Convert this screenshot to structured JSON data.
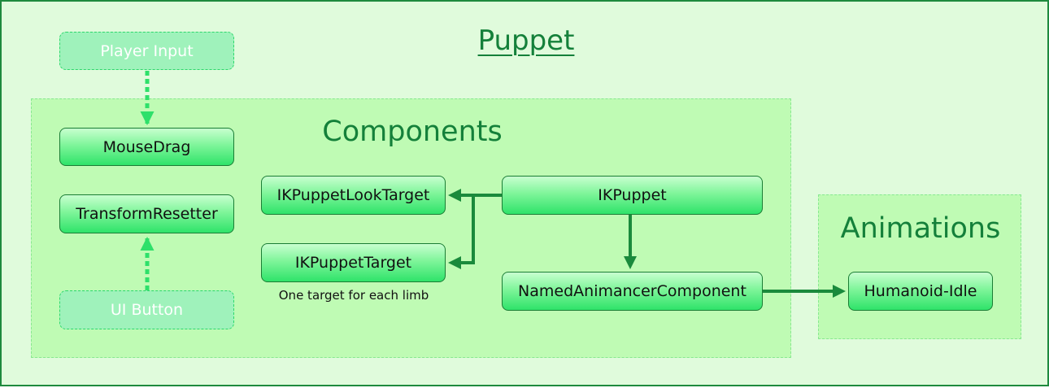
{
  "diagram": {
    "title": "Puppet",
    "groups": {
      "components": "Components",
      "animations": "Animations"
    },
    "nodes": {
      "player_input": "Player Input",
      "mouse_drag": "MouseDrag",
      "transform_resetter": "TransformResetter",
      "ui_button": "UI Button",
      "ik_puppet_look_target": "IKPuppetLookTarget",
      "ik_puppet_target": "IKPuppetTarget",
      "ik_puppet": "IKPuppet",
      "named_animancer_component": "NamedAnimancerComponent",
      "humanoid_idle": "Humanoid-Idle"
    },
    "note": "One target for each limb",
    "edges": [
      {
        "from": "player_input",
        "to": "mouse_drag",
        "style": "dashed"
      },
      {
        "from": "ui_button",
        "to": "transform_resetter",
        "style": "dashed"
      },
      {
        "from": "ik_puppet",
        "to": "ik_puppet_look_target",
        "style": "solid"
      },
      {
        "from": "ik_puppet",
        "to": "ik_puppet_target",
        "style": "solid"
      },
      {
        "from": "ik_puppet",
        "to": "named_animancer_component",
        "style": "solid"
      },
      {
        "from": "named_animancer_component",
        "to": "humanoid_idle",
        "style": "solid"
      }
    ],
    "colors": {
      "background": "#e0fbdc",
      "group_fill": "#bffbb4",
      "title_text": "#14803a",
      "solid_arrow": "#1a8a3c",
      "dashed_arrow": "#2ee06a"
    }
  }
}
